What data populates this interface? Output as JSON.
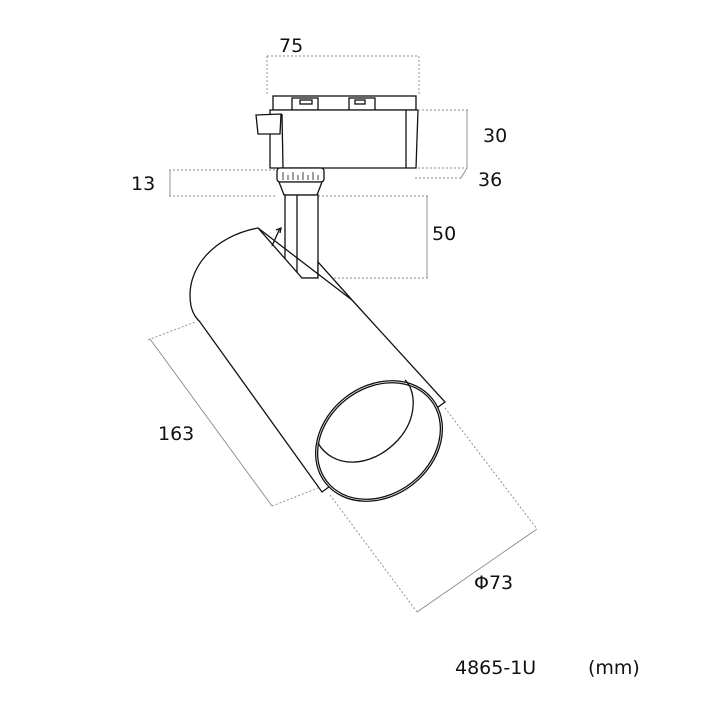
{
  "title": "Track spotlight dimension drawing",
  "dimensions": {
    "width": "75",
    "adapter_height": "30",
    "adapter_depth": "36",
    "collar_height": "13",
    "stem_height": "50",
    "body_length": "163",
    "diameter": "Φ73"
  },
  "model": "4865-1U",
  "unit": "(mm)"
}
